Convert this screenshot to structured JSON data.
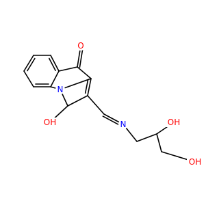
{
  "molecule": {
    "colors": {
      "bond": "#000000",
      "carbon": "#000000",
      "oxygen": "#ff0000",
      "nitrogen": "#0000ff"
    },
    "labels": {
      "ketone_oxygen": "O",
      "ring_nitrogen": "N",
      "enol_hydroxyl": "OH",
      "imine_nitrogen": "N",
      "secondary_hydroxyl": "OH",
      "primary_hydroxyl": "OH"
    }
  }
}
